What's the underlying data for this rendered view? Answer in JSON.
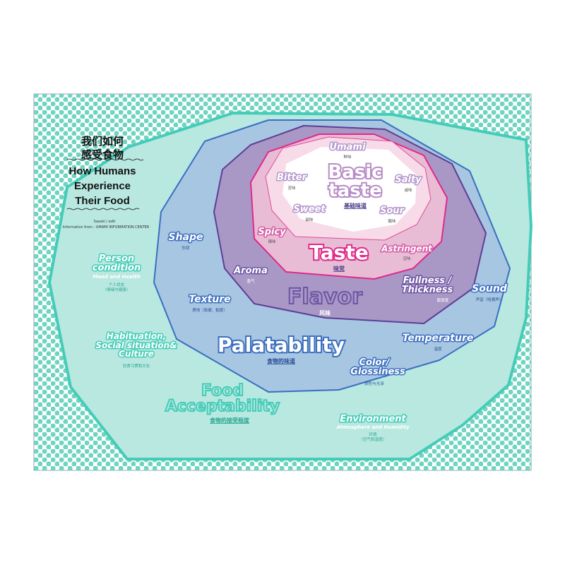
{
  "title": {
    "cn1": "我们如何",
    "cn2": "感受食物",
    "en1": "How Humans",
    "en2": "Experience",
    "en3": "Their Food",
    "credit1": "Sasaki / edit",
    "credit2": "Information from : UMAMI INFORMATION CENTER"
  },
  "rings": {
    "basic_taste": {
      "label1": "Basic",
      "label2": "taste",
      "cn": "基础味道"
    },
    "taste": {
      "label": "Taste",
      "cn": "味觉"
    },
    "flavor": {
      "label": "Flavor",
      "cn": "风味"
    },
    "palatability": {
      "label": "Palatability",
      "cn": "食物的味道"
    },
    "acceptability": {
      "label1": "Food",
      "label2": "Acceptability",
      "cn": "食物的接受程度"
    }
  },
  "basic_tastes": {
    "umami": {
      "label": "Umami",
      "cn": "鲜味"
    },
    "bitter": {
      "label": "Bitter",
      "cn": "苦味"
    },
    "salty": {
      "label": "Salty",
      "cn": "咸味"
    },
    "sweet": {
      "label": "Sweet",
      "cn": "甜味"
    },
    "sour": {
      "label": "Sour",
      "cn": "酸味"
    }
  },
  "taste_items": {
    "spicy": {
      "label": "Spicy",
      "cn": "辣味"
    },
    "astringent": {
      "label": "Astringent",
      "cn": "涩味"
    }
  },
  "flavor_items": {
    "aroma": {
      "label": "Aroma",
      "cn": "香气"
    },
    "fullness": {
      "label1": "Fullness /",
      "label2": "Thickness",
      "cn": "醇厚度"
    }
  },
  "palatability_items": {
    "shape": {
      "label": "Shape",
      "cn": "形状"
    },
    "texture": {
      "label": "Texture",
      "cn": "质地（软硬、黏度）"
    },
    "sound": {
      "label": "Sound",
      "cn": "声音（咀嚼声）"
    },
    "temperature": {
      "label": "Temperature",
      "cn": "温度"
    },
    "color": {
      "label1": "Color/",
      "label2": "Glossiness",
      "cn": "颜色与光泽"
    }
  },
  "acceptability_items": {
    "person": {
      "label1": "Person",
      "label2": "condition",
      "sub": "Mood and Health",
      "cn": "个人状态",
      "cn2": "（情绪与健康）"
    },
    "habituation": {
      "label1": "Habituation,",
      "label2": "Social situation&",
      "label3": "Culture",
      "cn": "饮食习惯和文化"
    },
    "environment": {
      "label": "Environment",
      "sub": "Atmosphere and Humidity",
      "cn": "环境",
      "cn2": "（空气和湿度）"
    }
  },
  "colors": {
    "background_dot": "#6fd4c0",
    "acceptability_fill": "#b8e8e0",
    "acceptability_stroke": "#44ccb8",
    "palatability_fill": "#a7c6e2",
    "palatability_stroke": "#3a6fc0",
    "palatability_text": "#3d6fbf",
    "flavor_fill": "#a998c6",
    "flavor_stroke": "#5d3e95",
    "flavor_text": "#7a64a8",
    "taste_fill": "#e9bcd5",
    "taste_stroke": "#e0298a",
    "basic_fill": "#f7dbe8",
    "basic_inner": "#ffffff",
    "label_outline": "#b497cc"
  }
}
